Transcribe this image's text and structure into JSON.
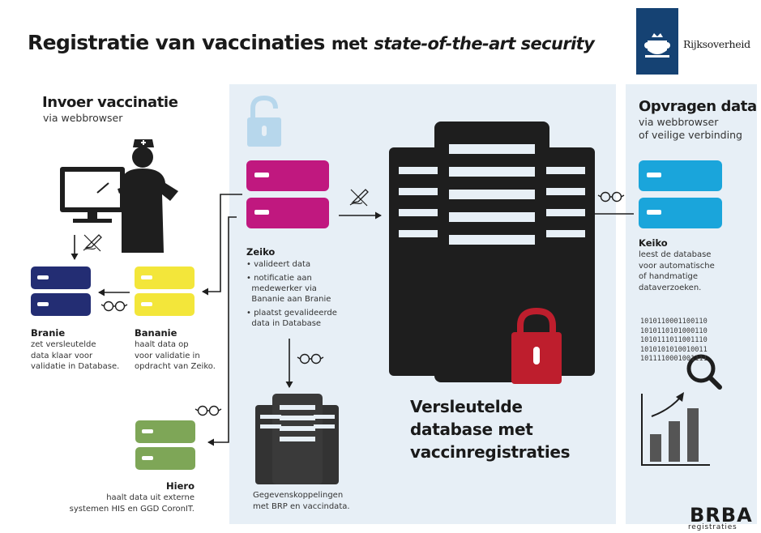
{
  "header": {
    "title_part1": "Registratie van vaccinaties",
    "title_part2": "met",
    "title_part3": "state-of-the-art security",
    "logo_text": "Rijksoverheid"
  },
  "left": {
    "heading": "Invoer vaccinatie",
    "subheading": "via webbrowser",
    "branie": {
      "name": "Branie",
      "desc": [
        "zet versleutelde",
        "data klaar voor",
        "validatie in Database."
      ]
    },
    "bananie": {
      "name": "Bananie",
      "desc": [
        "haalt data op",
        "voor validatie in",
        "opdracht van Zeiko."
      ]
    },
    "hiero": {
      "name": "Hiero",
      "desc": [
        "haalt data uit externe",
        "systemen HIS en GGD CoronIT."
      ]
    }
  },
  "middle": {
    "zeiko": {
      "name": "Zeiko",
      "bullets": [
        [
          "valideert data"
        ],
        [
          "notificatie aan",
          "medewerker via",
          "Bananie aan Branie"
        ],
        [
          "plaatst gevalideerde",
          "data in Database"
        ]
      ]
    },
    "database_label": [
      "Versleutelde",
      "database met",
      "vaccinregistraties"
    ],
    "koppelingen": [
      "Gegevenskoppelingen",
      "met BRP en vaccindata."
    ]
  },
  "right": {
    "heading": "Opvragen data",
    "subheading": [
      "via webbrowser",
      "of veilige verbinding"
    ],
    "keiko": {
      "name": "Keiko",
      "desc": [
        "leest de database",
        "voor automatische",
        "of handmatige",
        "dataverzoeken."
      ]
    },
    "binary": [
      "1010110001100110",
      "1010110101000110",
      "1010111011001110",
      "1010101010010011",
      "1011110001001111"
    ]
  },
  "footer": {
    "brand": "BRBA",
    "brand_sub": "registraties"
  },
  "colors": {
    "navy": "#232d73",
    "yellow": "#f3e63a",
    "green": "#7ea657",
    "magenta": "#c0187f",
    "cyan": "#1aa5db",
    "dark": "#1e1e1e",
    "red": "#be1e2d",
    "panel": "#e7eff6"
  },
  "icons": {
    "nurse": "nurse-icon",
    "monitor": "computer-monitor-icon",
    "glasses": "glasses-icon",
    "pen": "pen-signature-icon",
    "lock_open": "unlocked-padlock-icon",
    "lock_closed": "locked-padlock-icon",
    "magnifier": "magnifier-icon",
    "bar_chart": "bar-chart-icon"
  }
}
